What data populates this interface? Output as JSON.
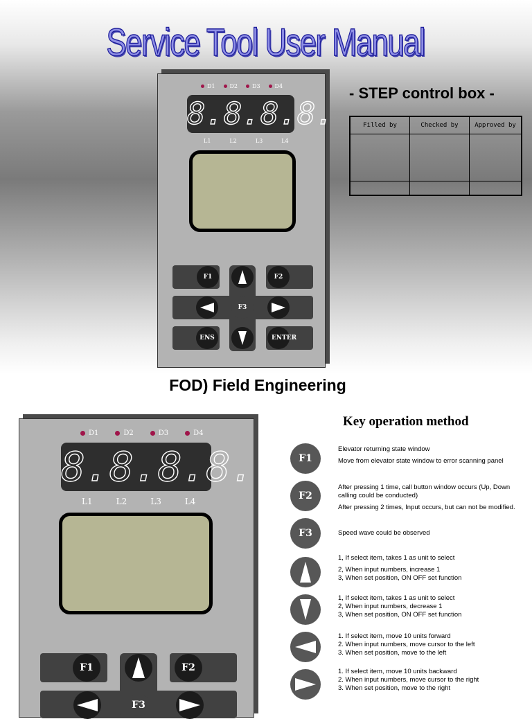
{
  "document": {
    "title": "Service Tool User Manual",
    "subtitle": "- STEP control box -",
    "section_title": "FOD) Field  Engineering"
  },
  "sign_table": {
    "headers": [
      "Filled by",
      "Checked by",
      "Approved by"
    ]
  },
  "control_box": {
    "leds": [
      "D1",
      "D2",
      "D3",
      "D4"
    ],
    "display_digits": [
      "8.",
      "8.",
      "8.",
      "8."
    ],
    "display_labels": [
      "L1",
      "L2",
      "L3",
      "L4"
    ],
    "keys": {
      "f1": "F1",
      "f2": "F2",
      "f3": "F3",
      "ens": "ENS",
      "enter": "ENTER"
    }
  },
  "key_operation": {
    "title": "Key operation method",
    "items": [
      {
        "key": "F1",
        "icon": "f1-key-icon",
        "lines": [
          "Elevator returning state window",
          "Move from elevator state window to error scanning panel"
        ]
      },
      {
        "key": "F2",
        "icon": "f2-key-icon",
        "lines": [
          "After pressing 1 time, call button window occurs (Up, Down calling could be conducted)",
          "After pressing 2 times, Input occurs, but can not be modified."
        ]
      },
      {
        "key": "F3",
        "icon": "f3-key-icon",
        "lines": [
          "Speed wave could be observed"
        ]
      },
      {
        "key": "",
        "icon": "up-arrow-icon",
        "lines": [
          "1, If select item, takes 1 as unit to select",
          "2, When input numbers, increase 1",
          "3, When set position, ON OFF set function"
        ]
      },
      {
        "key": "",
        "icon": "down-arrow-icon",
        "lines": [
          "1, If select item, takes 1 as unit to select",
          "2, When input numbers, decrease 1",
          "3, When set position, ON OFF set function"
        ]
      },
      {
        "key": "",
        "icon": "left-arrow-icon",
        "lines": [
          "1. If select item, move 10 units forward",
          "2. When input numbers, move cursor to the left",
          "3. When set position, move to the left"
        ]
      },
      {
        "key": "",
        "icon": "right-arrow-icon",
        "lines": [
          "1. If select item, move 10 units backward",
          "2. When input numbers, move cursor to the right",
          "3. When set position, move to the right"
        ]
      }
    ]
  },
  "colors": {
    "title_fill": "#8f8fe6",
    "title_stroke": "#1f1f9c",
    "box_body": "#b3b3b3",
    "lcd": "#b6b694",
    "led": "#a0154a",
    "key_icon": "#575757"
  }
}
